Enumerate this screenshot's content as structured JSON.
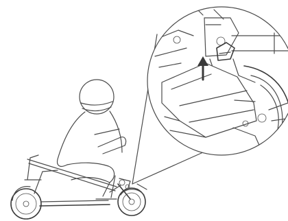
{
  "figure": {
    "kind": "instruction-illustration",
    "subject": "rider-seated-on-electric-scooter-with-zoomed-detail",
    "icons": [
      "rider-figure",
      "helmet-icon",
      "electric-scooter",
      "magnifier-callout",
      "up-arrow-icon"
    ],
    "colors": {
      "line": "#4a4a4a",
      "background": "#ffffff"
    }
  }
}
